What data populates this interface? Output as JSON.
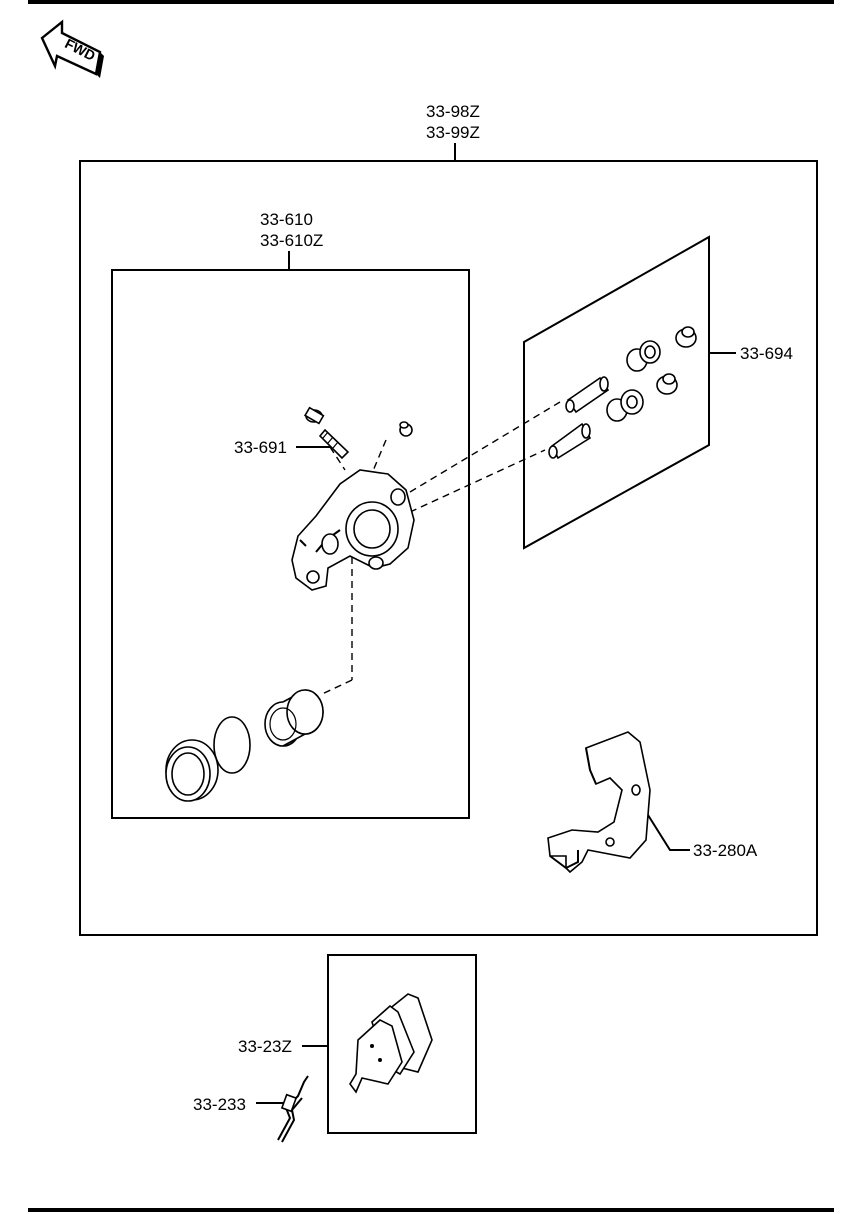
{
  "fwd_arrow": {
    "text": "FWD",
    "icon": "fwd-arrow-icon"
  },
  "labels": {
    "assembly_top": [
      "33-98Z",
      "33-99Z"
    ],
    "caliper": [
      "33-610",
      "33-610Z"
    ],
    "bleeder": "33-691",
    "pin_kit": "33-694",
    "bracket": "33-280A",
    "pads": "33-23Z",
    "clip": "33-233"
  }
}
